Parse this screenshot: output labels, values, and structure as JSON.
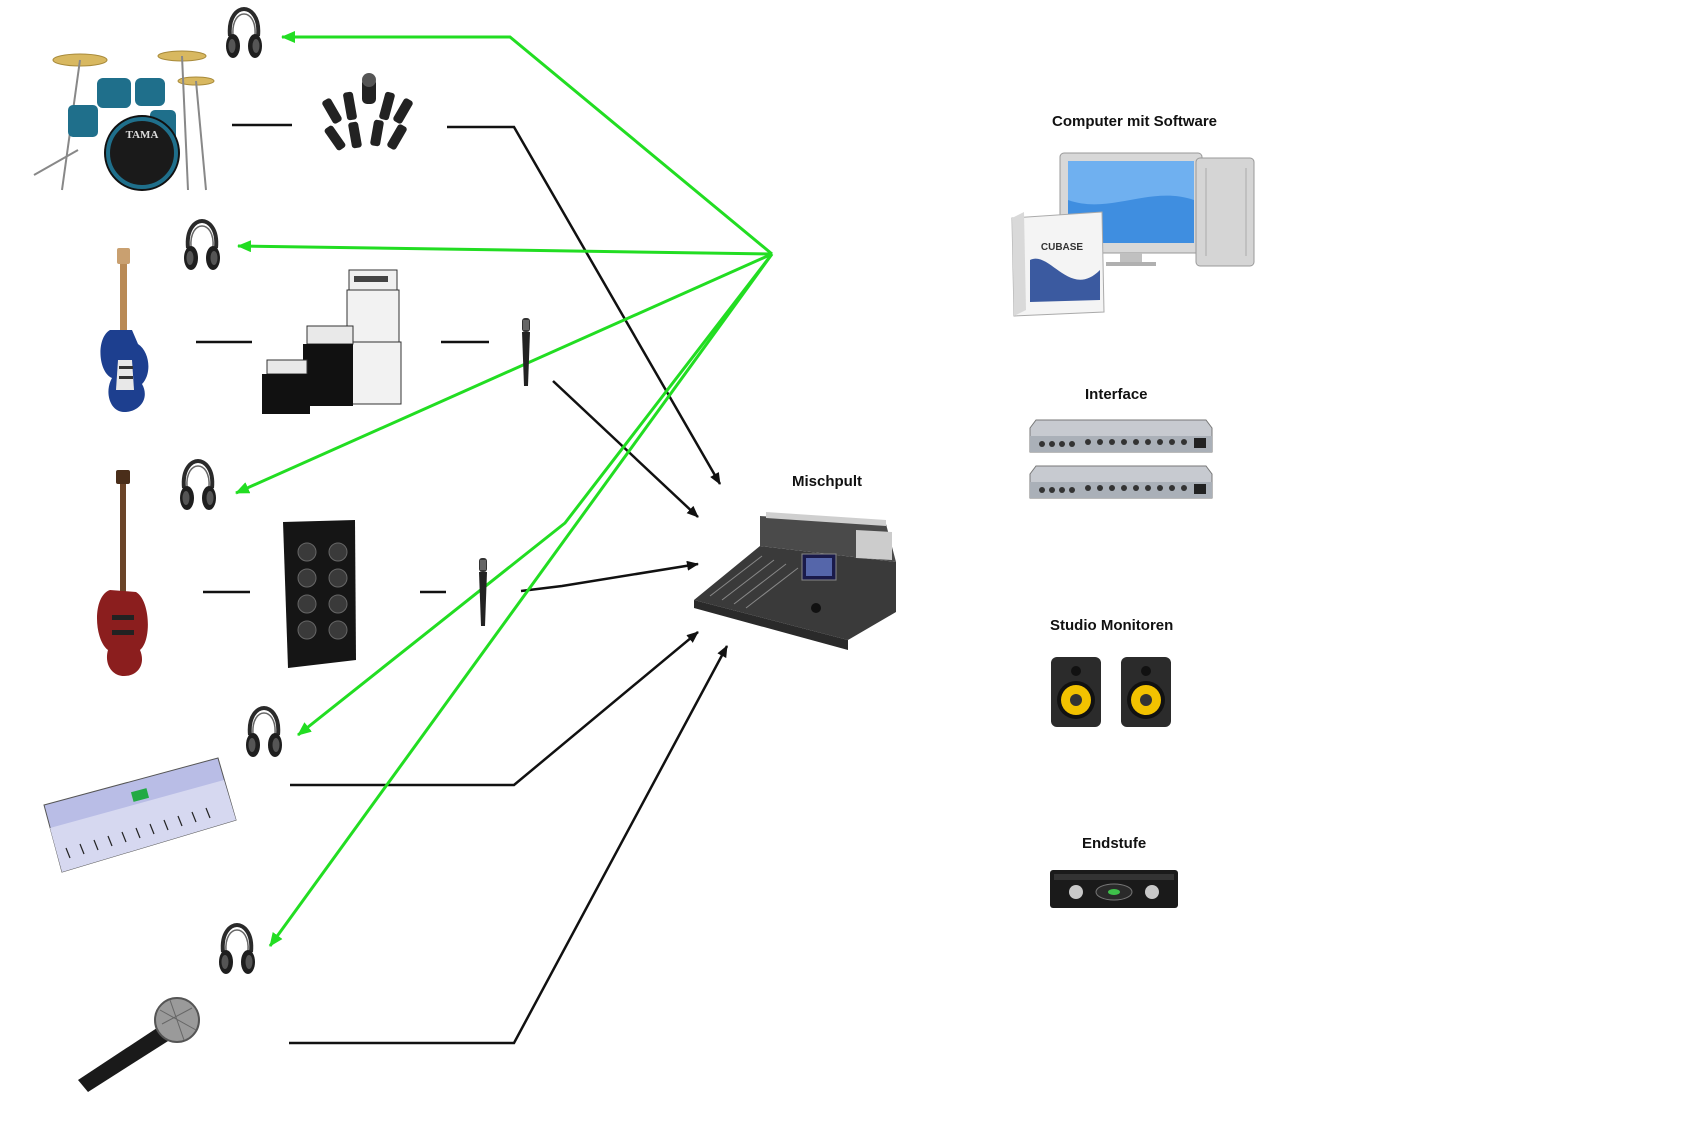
{
  "labels": {
    "computer": "Computer mit Software",
    "interface": "Interface",
    "mixer": "Mischpult",
    "monitors": "Studio Monitoren",
    "amplifier": "Endstufe"
  },
  "software_box_text": "CUBASE",
  "brands": {
    "drum_kit": "TAMA"
  },
  "colors": {
    "signal_line": "#111111",
    "monitor_line": "#22dd22",
    "headphones": "#2a2a2a",
    "speaker_cone": "#f2c200"
  },
  "icons": [
    "headphones-icon",
    "drum-kit-icon",
    "drum-mics-icon",
    "electric-guitar-icon",
    "amp-stack-icon",
    "instrument-mic-icon",
    "bass-guitar-icon",
    "bass-cabinet-icon",
    "synthesizer-icon",
    "vocal-mic-icon",
    "mixing-console-icon",
    "computer-icon",
    "software-box-icon",
    "audio-interface-icon",
    "studio-monitor-icon",
    "power-amp-icon"
  ]
}
